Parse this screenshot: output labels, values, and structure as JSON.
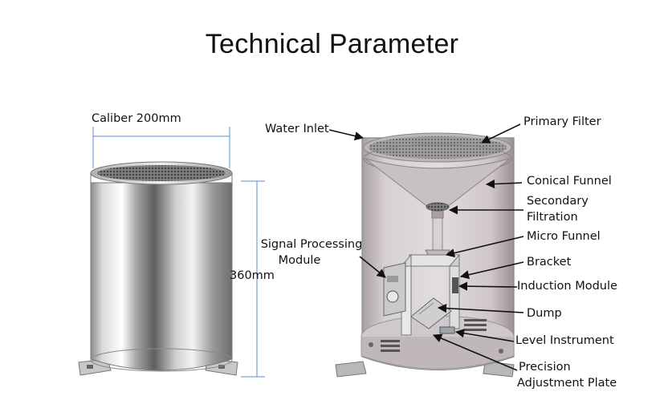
{
  "title": "Technical Parameter",
  "dimensions": {
    "caliber": "Caliber  200mm",
    "height": "360mm"
  },
  "labels": {
    "water_inlet": "Water Inlet",
    "primary_filter": "Primary Filter",
    "conical_funnel": "Conical Funnel",
    "secondary_filtration_1": "Secondary",
    "secondary_filtration_2": "Filtration",
    "micro_funnel": "Micro Funnel",
    "signal_processing_1": "Signal Processing",
    "signal_processing_2": "Module",
    "bracket": "Bracket",
    "induction_module": "Induction Module",
    "dump": "Dump",
    "level_instrument": "Level Instrument",
    "precision_1": "Precision",
    "precision_2": "Adjustment Plate"
  },
  "colors": {
    "dimension_line": "#5b8fd6",
    "arrow": "#111111",
    "steel_light": "#f2f2f2",
    "steel_dark": "#6a6a6a",
    "translucent_body": "#c9c1c6"
  }
}
